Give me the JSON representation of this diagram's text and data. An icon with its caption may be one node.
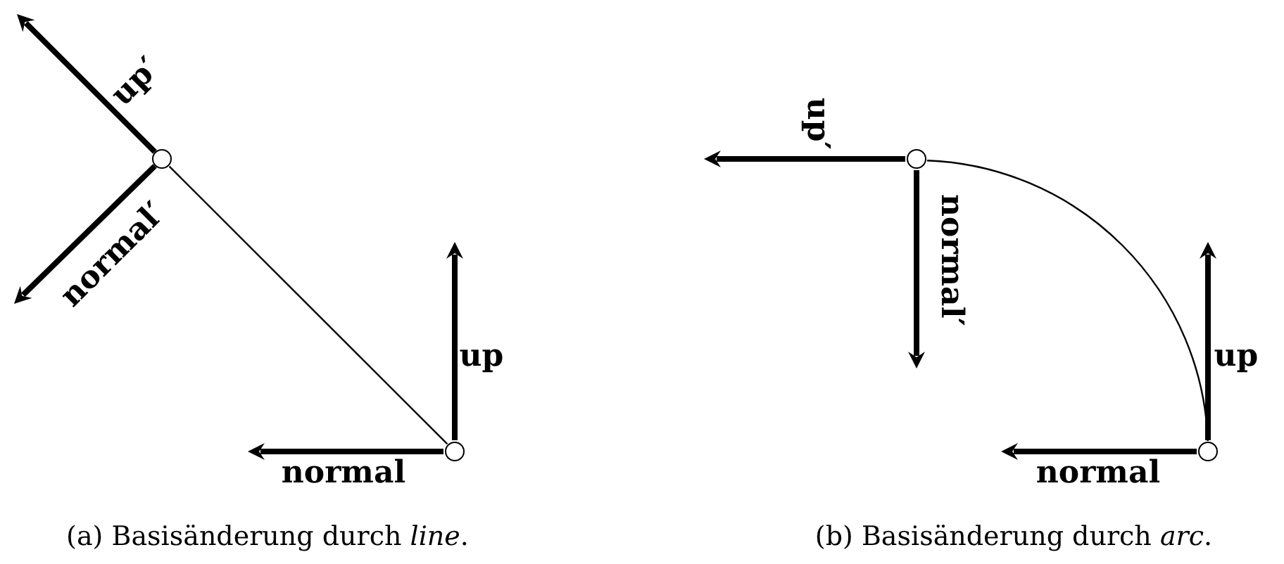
{
  "diagram": {
    "nodes": [
      {
        "text": [],
        "shape": "circle"
      },
      {
        "text": [],
        "shape": "circle"
      },
      {
        "text": [],
        "shape": "circle"
      },
      {
        "text": [],
        "shape": "circle"
      }
    ],
    "edges": [
      {
        "from": 1,
        "to": 0,
        "arrow": "none"
      },
      {
        "from": 3,
        "to": 2,
        "arrow": "none"
      }
    ],
    "labels": [
      "up′",
      "normal′",
      "up",
      "normal",
      "up′",
      "normal′",
      "up",
      "normal",
      "(a) Basisänderung durch *line*.",
      "(b) Basisänderung durch *arc*."
    ]
  }
}
